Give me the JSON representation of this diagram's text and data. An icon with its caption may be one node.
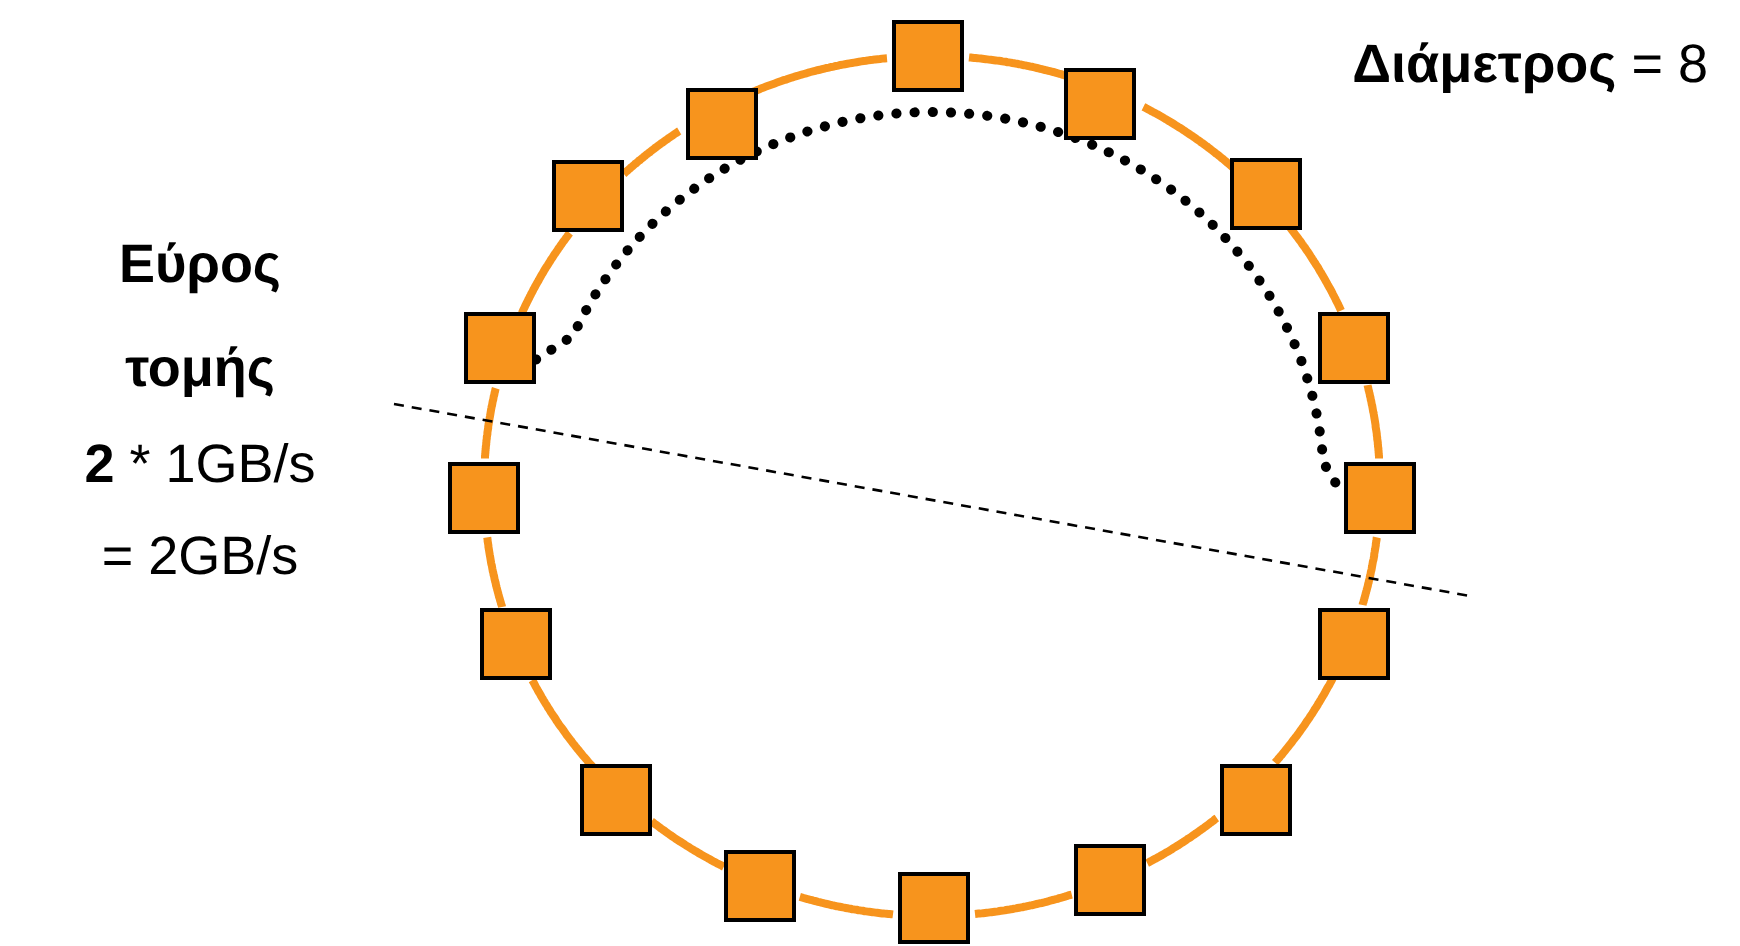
{
  "diagram": {
    "nodes": [
      {
        "text": [],
        "shape": "box"
      },
      {
        "text": [],
        "shape": "box"
      },
      {
        "text": [],
        "shape": "box"
      },
      {
        "text": [],
        "shape": "box"
      },
      {
        "text": [],
        "shape": "box"
      },
      {
        "text": [],
        "shape": "box"
      },
      {
        "text": [],
        "shape": "box"
      },
      {
        "text": [],
        "shape": "box"
      },
      {
        "text": [],
        "shape": "box"
      },
      {
        "text": [],
        "shape": "box"
      },
      {
        "text": [],
        "shape": "box"
      },
      {
        "text": [],
        "shape": "box"
      },
      {
        "text": [],
        "shape": "box"
      },
      {
        "text": [],
        "shape": "box"
      },
      {
        "text": [],
        "shape": "box"
      },
      {
        "text": [],
        "shape": "box"
      }
    ],
    "edges": [
      {
        "from": 0,
        "to": 1,
        "arrow": "none"
      },
      {
        "from": 1,
        "to": 2,
        "arrow": "none"
      },
      {
        "from": 2,
        "to": 3,
        "arrow": "none"
      },
      {
        "from": 3,
        "to": 4,
        "arrow": "none"
      },
      {
        "from": 4,
        "to": 5,
        "arrow": "none"
      },
      {
        "from": 5,
        "to": 6,
        "arrow": "none"
      },
      {
        "from": 6,
        "to": 7,
        "arrow": "none"
      },
      {
        "from": 7,
        "to": 8,
        "arrow": "none"
      },
      {
        "from": 8,
        "to": 9,
        "arrow": "none"
      },
      {
        "from": 9,
        "to": 10,
        "arrow": "none"
      },
      {
        "from": 10,
        "to": 11,
        "arrow": "none"
      },
      {
        "from": 11,
        "to": 12,
        "arrow": "none"
      },
      {
        "from": 12,
        "to": 13,
        "arrow": "none"
      },
      {
        "from": 13,
        "to": 14,
        "arrow": "none"
      },
      {
        "from": 14,
        "to": 15,
        "arrow": "none"
      },
      {
        "from": 15,
        "to": 0,
        "arrow": "none"
      },
      {
        "from": 13,
        "to": 4,
        "arrow": "none",
        "style": "dashed",
        "color": "#000000"
      }
    ],
    "labels": [
      "**Διάμετρος** = 8",
      "Εύρος τομής",
      "**2** * 1GB/s",
      "= 2GB/s"
    ]
  }
}
